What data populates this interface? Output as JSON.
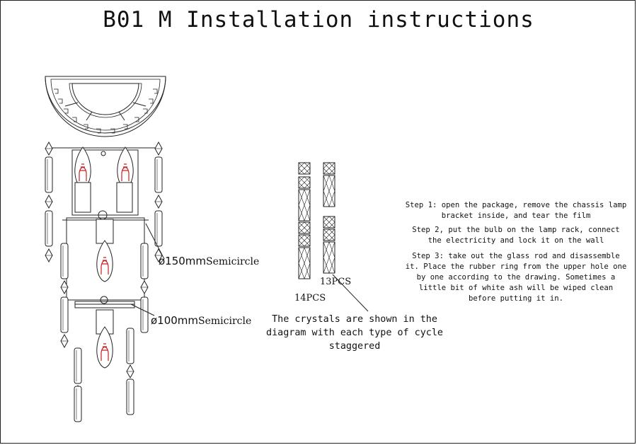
{
  "title": "B01 M Installation instructions",
  "dimensions": [
    {
      "diameter": "ø150mm",
      "shape": "Semicircle"
    },
    {
      "diameter": "ø100mm",
      "shape": "Semicircle"
    }
  ],
  "crystal_counts": {
    "left": "14PCS",
    "right": "13PCS"
  },
  "crystal_note": "The crystals are shown in the diagram with each type of cycle staggered",
  "steps": [
    "Step 1: open the package, remove the chassis lamp bracket inside, and tear the film",
    "Step 2, put the bulb on the lamp rack, connect the electricity and lock it on the wall",
    "Step 3: take out the glass rod and disassemble it. Place the rubber ring from the upper hole one by one according to the drawing. Sometimes a little bit of white ash will be wiped clean before putting it in."
  ],
  "colors": {
    "line": "#222222",
    "filament": "#cc1f1f"
  }
}
